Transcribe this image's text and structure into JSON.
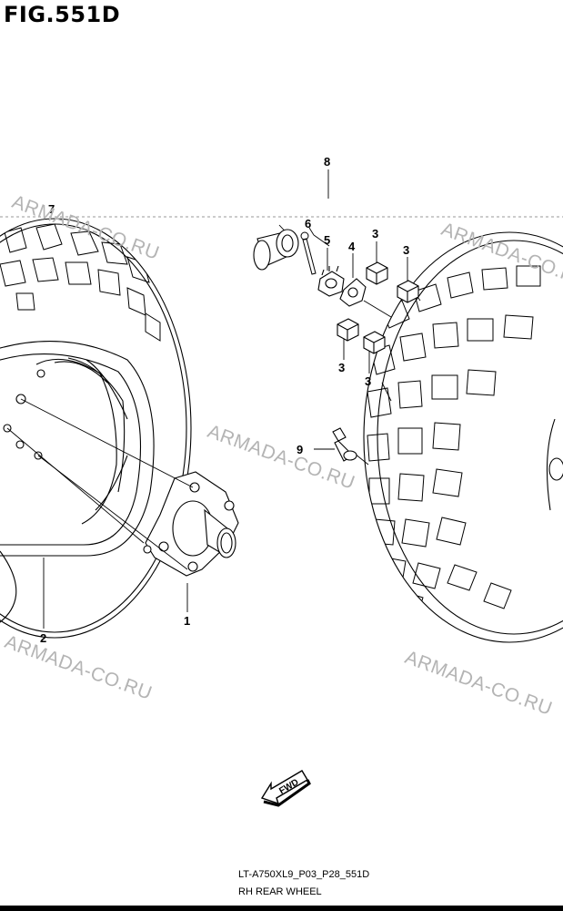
{
  "figure": {
    "title": "FIG.551D"
  },
  "callouts": {
    "c1": "1",
    "c2": "2",
    "c3a": "3",
    "c3b": "3",
    "c3c": "3",
    "c3d": "3",
    "c4": "4",
    "c5": "5",
    "c6": "6",
    "c7": "7",
    "c8": "8",
    "c9": "9"
  },
  "fwd_label": "FWD",
  "watermarks": {
    "w1": "ARMADA-CO.RU",
    "w2": "ARMADA-CO.RU",
    "w3": "ARMADA-CO.RU",
    "w4": "ARMADA-CO.RU",
    "w5": "ARMADA-CO.RU"
  },
  "footer": {
    "code": "LT-A750XL9_P03_P28_551D",
    "caption": "RH REAR WHEEL"
  }
}
